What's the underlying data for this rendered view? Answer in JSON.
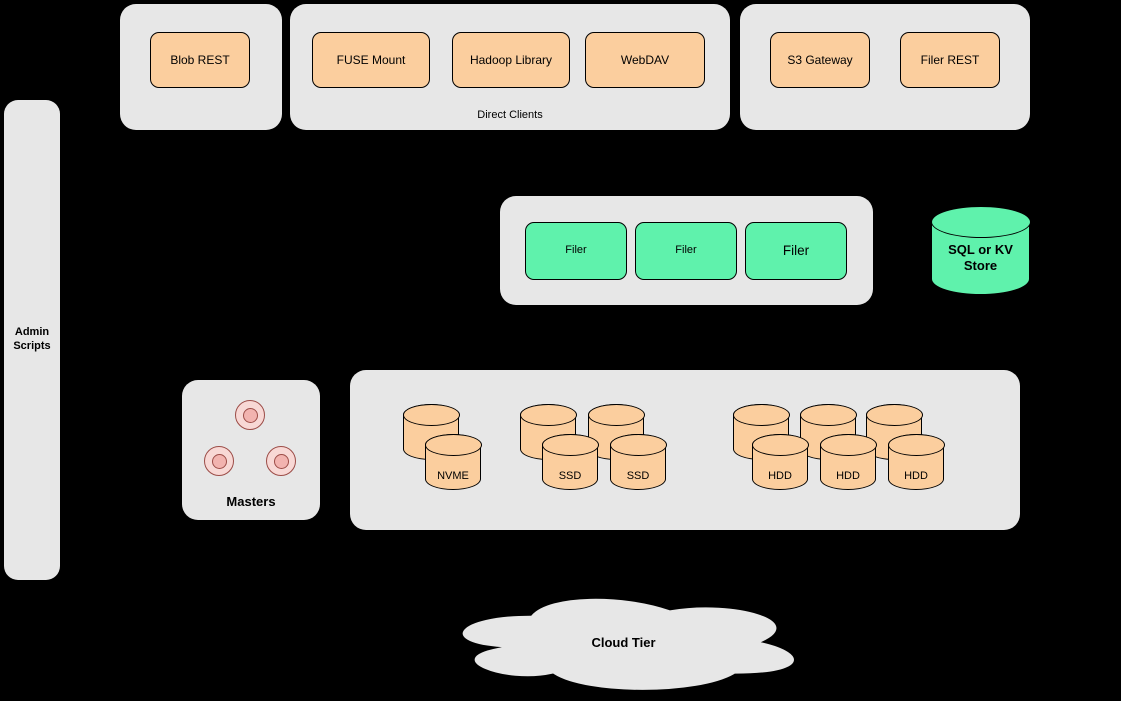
{
  "colors": {
    "background": "#000000",
    "panel_gray": "#E7E7E7",
    "node_orange": "#FBCE9E",
    "node_green": "#5FF2AC",
    "node_pink": "#F8CECC",
    "pink_border": "#9C4C47",
    "node_border": "#000000"
  },
  "panels": {
    "blob": {
      "nodes": [
        {
          "label": "Blob REST"
        }
      ]
    },
    "direct": {
      "caption": "Direct Clients",
      "nodes": [
        {
          "label": "FUSE Mount"
        },
        {
          "label": "Hadoop Library"
        },
        {
          "label": "WebDAV"
        }
      ]
    },
    "gateway": {
      "nodes": [
        {
          "label": "S3 Gateway"
        },
        {
          "label": "Filer REST"
        }
      ]
    },
    "filers": {
      "nodes": [
        {
          "label": "Filer"
        },
        {
          "label": "Filer"
        },
        {
          "label": "Filer"
        }
      ]
    },
    "masters": {
      "label": "Masters"
    },
    "volumes": {
      "nvme_label": "NVME",
      "ssd_labels": [
        "SSD",
        "SSD"
      ],
      "hdd_labels": [
        "HDD",
        "HDD",
        "HDD"
      ]
    }
  },
  "admin_scripts": {
    "label": "Admin Scripts"
  },
  "kv_store": {
    "label": "SQL or KV Store"
  },
  "cloud_tier": {
    "label": "Cloud Tier"
  }
}
